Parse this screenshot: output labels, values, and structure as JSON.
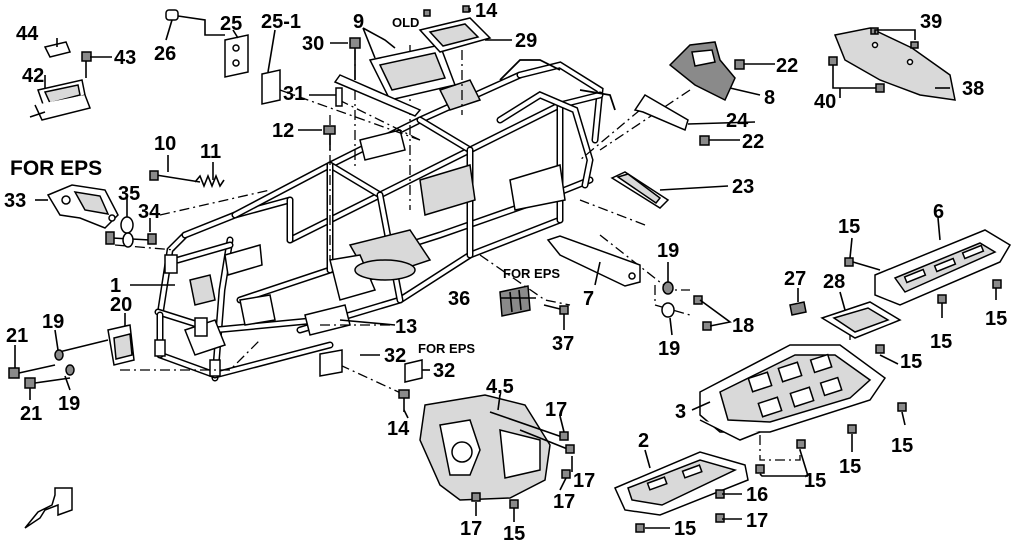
{
  "labels": {
    "p1": "1",
    "p2": "2",
    "p3": "3",
    "p45": "4,5",
    "p6": "6",
    "p7": "7",
    "p8": "8",
    "p9": "9",
    "p10": "10",
    "p11": "11",
    "p12": "12",
    "p13": "13",
    "p14a": "14",
    "p14b": "14",
    "p15a": "15",
    "p15b": "15",
    "p15c": "15",
    "p15d": "15",
    "p15e": "15",
    "p15f": "15",
    "p15g": "15",
    "p15h": "15",
    "p15i": "15",
    "p16": "16",
    "p17a": "17",
    "p17b": "17",
    "p17c": "17",
    "p17d": "17",
    "p17e": "17",
    "p18": "18",
    "p19a": "19",
    "p19b": "19",
    "p19c": "19",
    "p19d": "19",
    "p20": "20",
    "p21a": "21",
    "p21b": "21",
    "p22a": "22",
    "p22b": "22",
    "p23": "23",
    "p24": "24",
    "p25": "25",
    "p251": "25-1",
    "p26": "26",
    "p27": "27",
    "p28": "28",
    "p29": "29",
    "p30": "30",
    "p31": "31",
    "p32a": "32",
    "p32b": "32",
    "p33": "33",
    "p34": "34",
    "p35": "35",
    "p36": "36",
    "p37": "37",
    "p38": "38",
    "p39": "39",
    "p40": "40",
    "p42": "42",
    "p43": "43",
    "p44": "44"
  },
  "notes": {
    "for_eps_main": "FOR EPS",
    "for_eps_36": "FOR EPS",
    "for_eps_32": "FOR EPS",
    "old": "OLD"
  }
}
